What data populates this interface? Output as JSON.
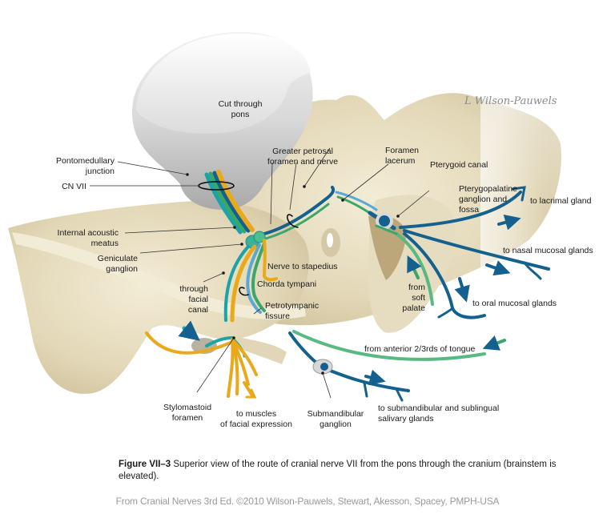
{
  "figure": {
    "signature": "L Wilson-Pauwels",
    "colors": {
      "motor": "#e9a91a",
      "parasympathetic": "#14608f",
      "taste": "#3aa66a",
      "sensory": "#5aa8d6",
      "teal": "#1ba3a8",
      "bone": "#e8dfc4",
      "bone_dark": "#cdbf98",
      "pons": "#c9c9c9"
    },
    "labels": {
      "cut_pons": [
        "Cut through",
        "pons"
      ],
      "pontomedullary": [
        "Pontomedullary",
        "junction"
      ],
      "cn7": "CN VII",
      "greater_petrosal": [
        "Greater petrosal",
        "foramen and nerve"
      ],
      "foramen_lacerum": [
        "Foramen",
        "lacerum"
      ],
      "pterygoid_canal": "Pterygoid canal",
      "pterygopalatine": [
        "Pterygopalatine",
        "ganglion and",
        "fossa"
      ],
      "lacrimal": "to lacrimal gland",
      "internal_acoustic": [
        "Internal acoustic",
        "meatus"
      ],
      "geniculate": [
        "Geniculate",
        "ganglion"
      ],
      "nasal": "to nasal mucosal glands",
      "stapedius": "Nerve to stapedius",
      "facial_canal": [
        "through",
        "facial",
        "canal"
      ],
      "chorda": "Chorda tympani",
      "from_soft_palate": [
        "from",
        "soft",
        "palate"
      ],
      "oral": "to oral mucosal glands",
      "petrotympanic": [
        "Petrotympanic",
        "fissure"
      ],
      "tongue": "from anterior 2/3rds of tongue",
      "stylomastoid": [
        "Stylomastoid",
        "foramen"
      ],
      "facial_muscles": [
        "to muscles",
        "of facial expression"
      ],
      "submandibular": [
        "Submandibular",
        "ganglion"
      ],
      "salivary": [
        "to submandibular and sublingual",
        "salivary glands"
      ]
    }
  },
  "caption": {
    "figure_id": "Figure VII–3",
    "text": " Superior view of the route of cranial nerve VII from the pons through the cranium (brainstem is elevated)."
  },
  "credit": "From Cranial Nerves 3rd Ed. ©2010 Wilson-Pauwels, Stewart, Akesson, Spacey, PMPH-USA"
}
